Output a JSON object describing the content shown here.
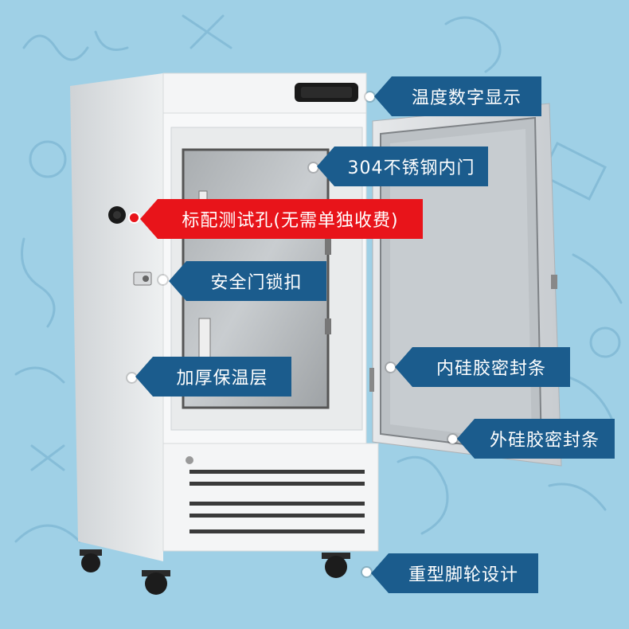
{
  "callouts": [
    {
      "id": "temperature-display",
      "label": "温度数字显示"
    },
    {
      "id": "inner-door",
      "label": "304不锈钢内门"
    },
    {
      "id": "test-port",
      "label": "标配测试孔(无需单独收费)"
    },
    {
      "id": "door-lock",
      "label": "安全门锁扣"
    },
    {
      "id": "insulation",
      "label": "加厚保温层"
    },
    {
      "id": "inner-seal",
      "label": "内硅胶密封条"
    },
    {
      "id": "outer-seal",
      "label": "外硅胶密封条"
    },
    {
      "id": "casters",
      "label": "重型脚轮设计"
    }
  ],
  "colors": {
    "background": "#9fd0e6",
    "callout_blue": "#1b5c8d",
    "callout_red": "#e8141a",
    "cabinet_white": "#f4f5f6"
  },
  "icons": [
    "display-panel-icon",
    "test-port-icon",
    "door-lock-icon",
    "caster-wheel-icon"
  ]
}
